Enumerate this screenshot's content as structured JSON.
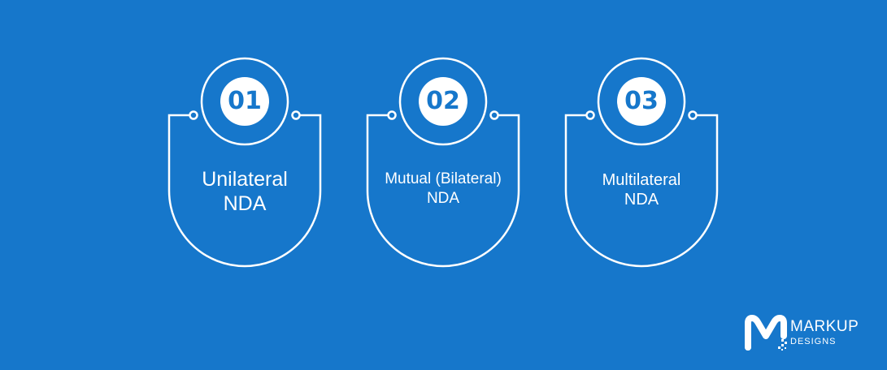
{
  "diagram": {
    "background_color": "#1677cb",
    "accent_color": "#ffffff",
    "steps": [
      {
        "number": "01",
        "title_line1": "Unilateral",
        "title_line2": "NDA"
      },
      {
        "number": "02",
        "title_line1": "Mutual (Bilateral)",
        "title_line2": "NDA"
      },
      {
        "number": "03",
        "title_line1": "Multilateral",
        "title_line2": "NDA"
      }
    ]
  },
  "brand": {
    "name": "MARKUP",
    "sub": "DESIGNS"
  }
}
